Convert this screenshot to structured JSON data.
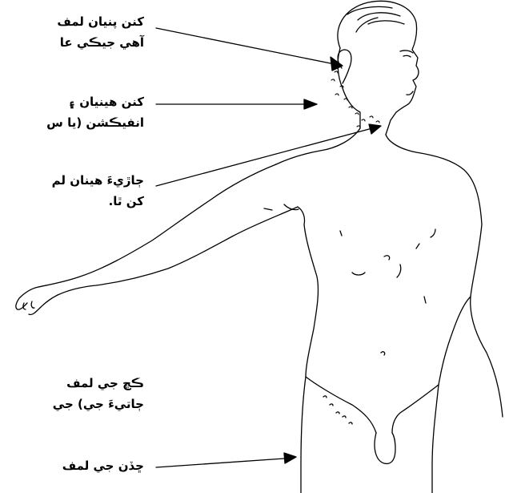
{
  "labels": [
    {
      "line1": "كنن پنيان لمف",
      "line2": "آهي جيڪي عا"
    },
    {
      "line1": "كنن هينيان ۽",
      "line2": "انفيڪشن (يا س"
    },
    {
      "line1": "ڄاڙيءَ هينان لم",
      "line2": "كن ٿا."
    },
    {
      "line1": "ڪڇ جي لمف",
      "line2": "ڄاتيءَ جي) جي"
    },
    {
      "line1": "ڇڏن جي لمف",
      "line2": ""
    }
  ],
  "colors": {
    "ink": "#000000",
    "background": "#ffffff"
  }
}
